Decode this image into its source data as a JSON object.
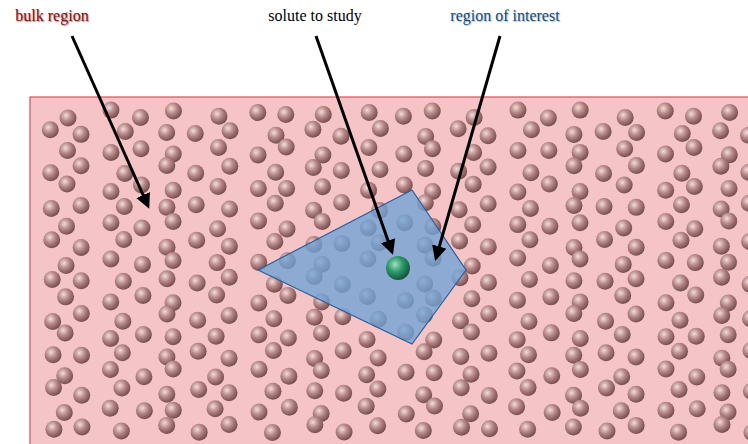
{
  "diagram": {
    "labels": [
      "bulk region",
      "solute to study",
      "region of interest"
    ]
  }
}
